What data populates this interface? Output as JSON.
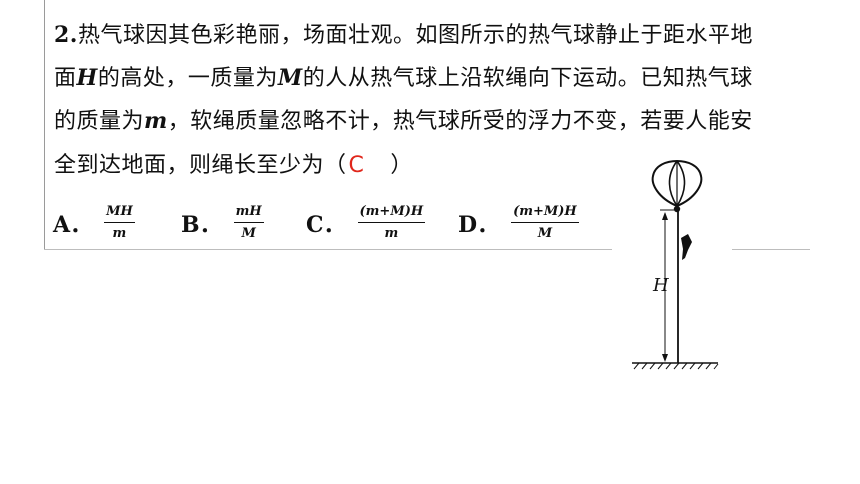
{
  "question": {
    "number": "2.",
    "line1_text": "热气球因其色彩艳丽，场面壮观。如图所示的热气球静止于距水平地",
    "line2_a": "面",
    "line2_var": "H",
    "line2_b": "的高处，一质量为",
    "line2_var2": "M",
    "line2_c": "的人从热气球上沿软绳向下运动。已知热气球",
    "line3_a": "的质量为",
    "line3_var": "m",
    "line3_b": "，软绳质量忽略不计，热气球所受的浮力不变，若要人能安",
    "line4_a": "全到达地面，则绳长至少为（",
    "answer_mark": "C",
    "line4_close": "）"
  },
  "options": [
    {
      "letter": "A．",
      "numerator": "MH",
      "denominator": "m"
    },
    {
      "letter": "B．",
      "numerator": "mH",
      "denominator": "M"
    },
    {
      "letter": "C．",
      "numerator": "(m+M)H",
      "denominator": "m"
    },
    {
      "letter": "D．",
      "numerator": "(m+M)H",
      "denominator": "M"
    }
  ],
  "figure": {
    "height_label": "H"
  }
}
